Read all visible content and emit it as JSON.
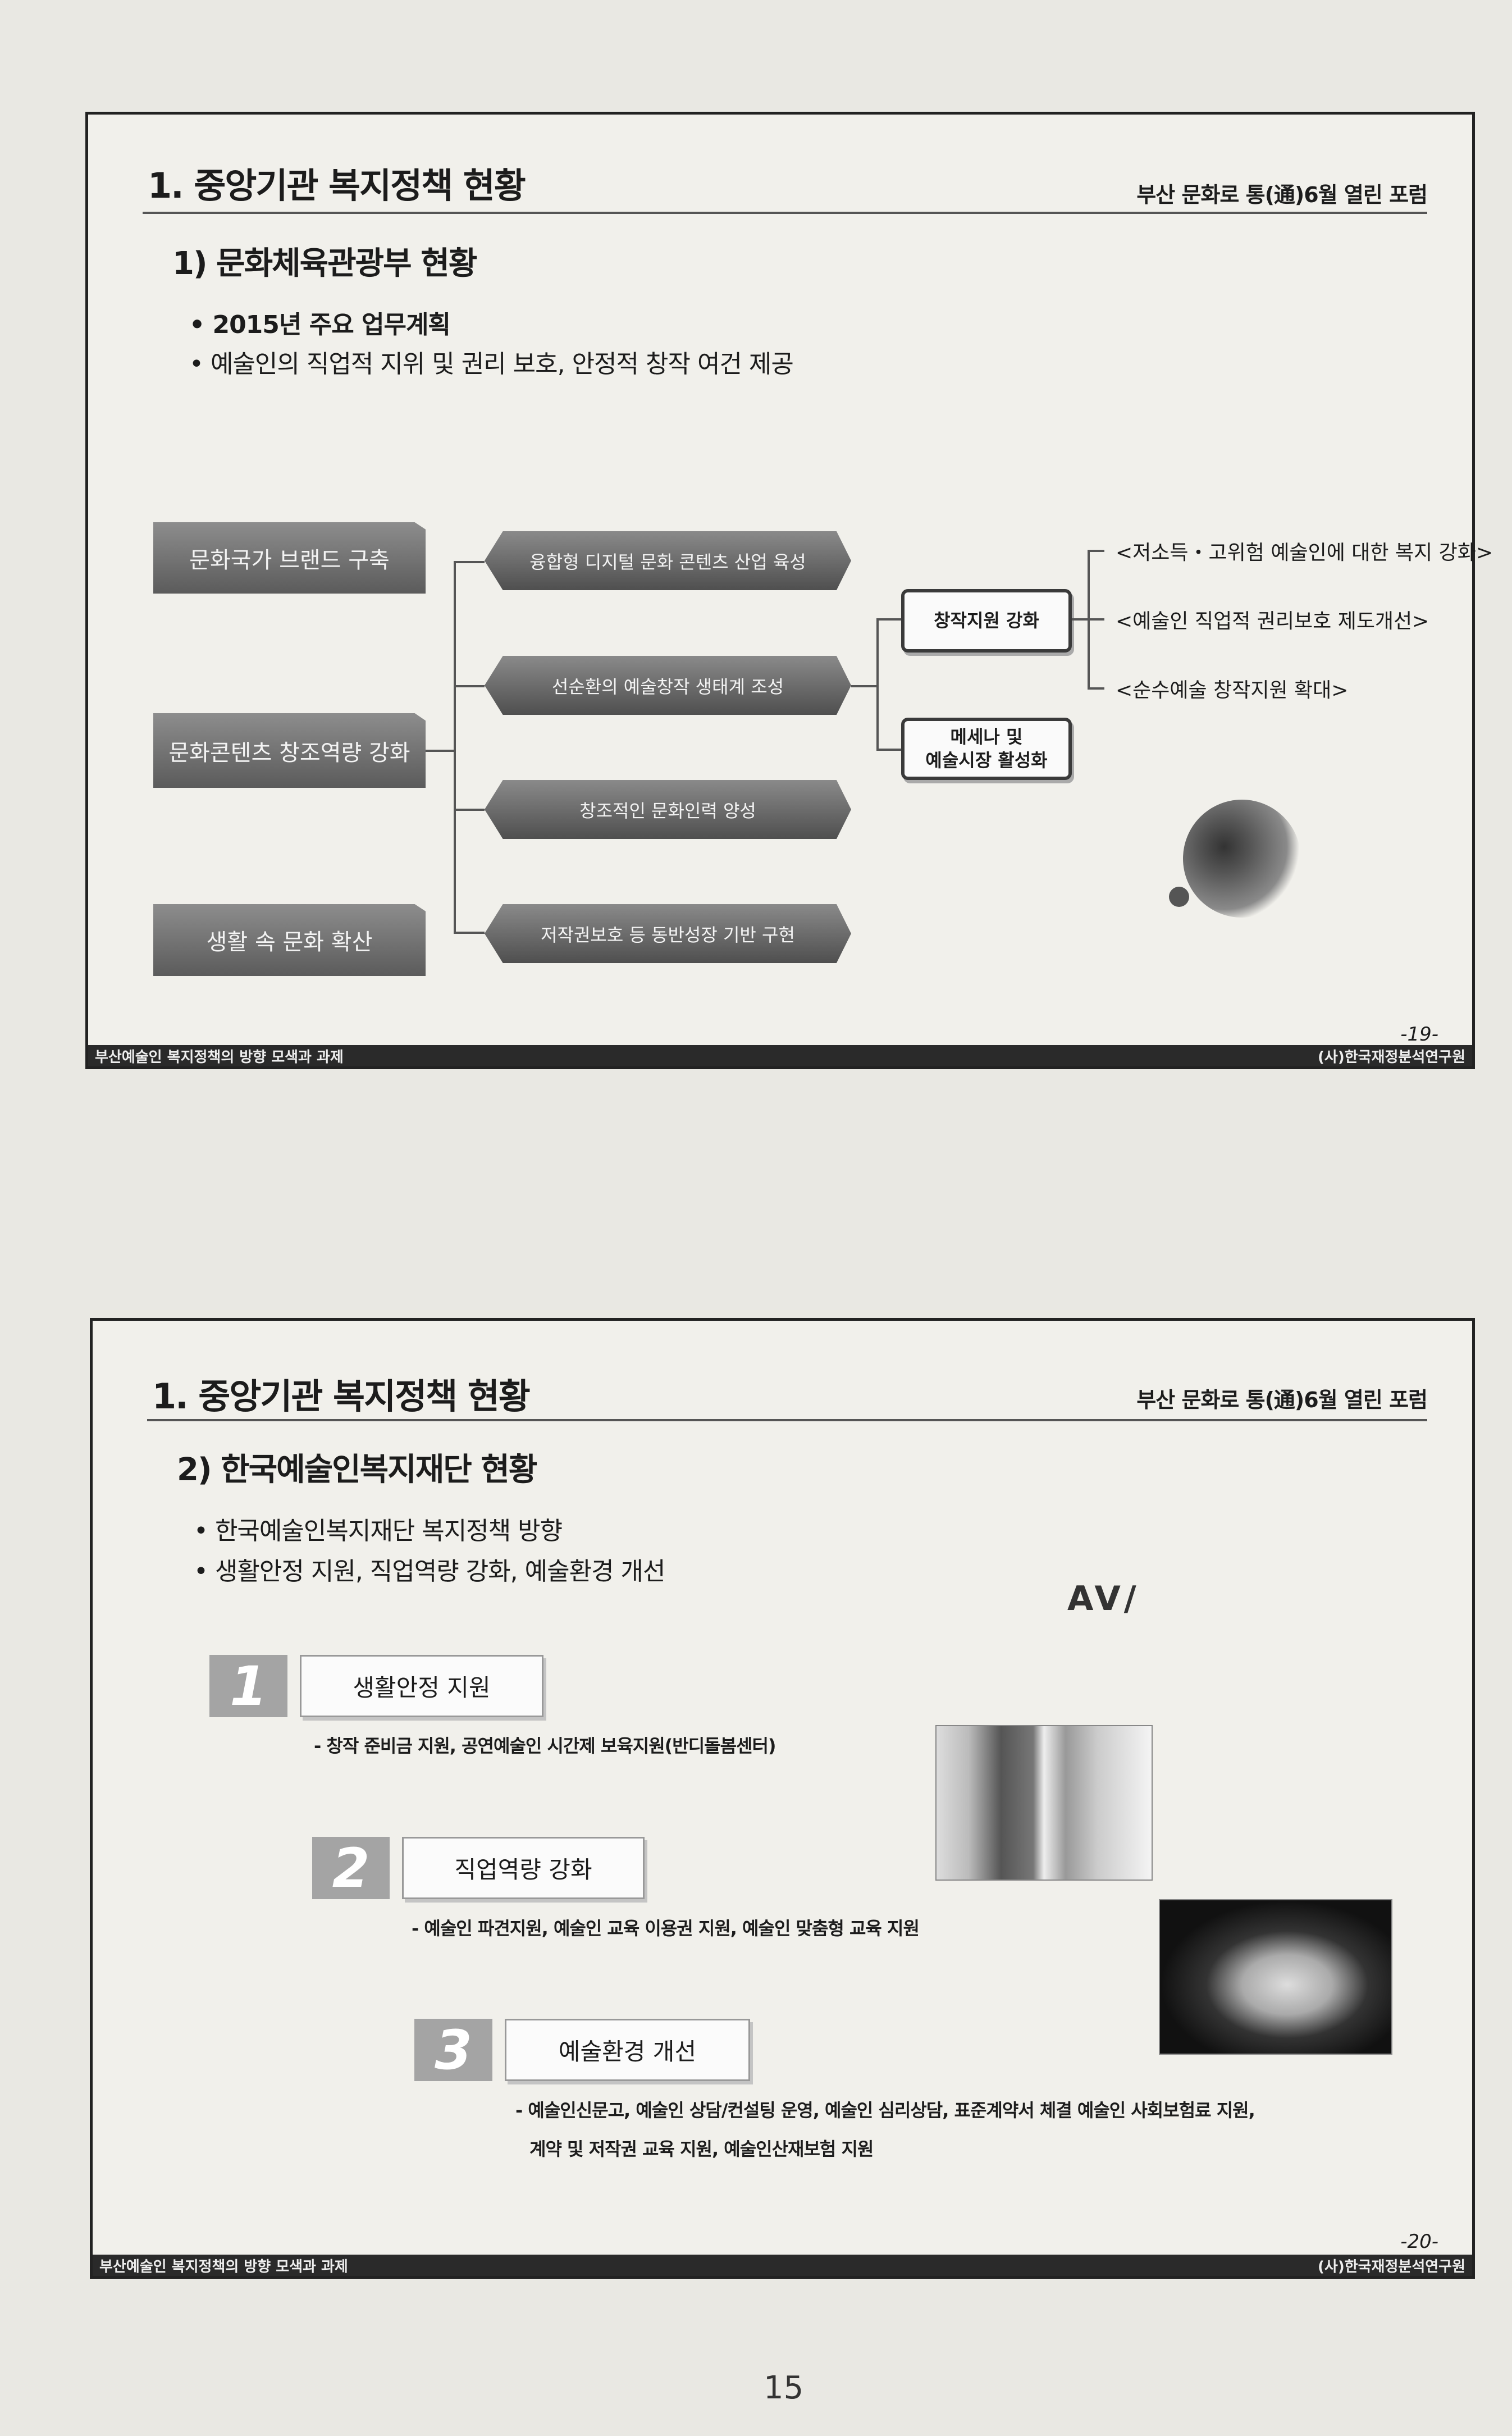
{
  "slide1": {
    "title": "1. 중앙기관 복지정책 현황",
    "header_right": "부산 문화로 통(通)6월 열린 포럼",
    "subtitle": "1) 문화체육관광부 현황",
    "bullets": [
      "2015년 주요 업무계획",
      "예술인의 직업적 지위 및 권리 보호, 안정적 창작 여건 제공"
    ],
    "left_boxes": [
      "문화국가 브랜드 구축",
      "문화콘텐츠 창조역량 강화",
      "생활 속 문화 확산"
    ],
    "middle_items": [
      "융합형 디지털 문화 콘텐츠 산업 육성",
      "선순환의 예술창작 생태계 조성",
      "창조적인 문화인력 양성",
      "저작권보호 등 동반성장 기반 구현"
    ],
    "boxes": [
      "창작지원 강화",
      "메세나 및\n예술시장 활성화"
    ],
    "right_items": [
      "<저소득・고위험 예술인에 대한 복지 강화>",
      "<예술인 직업적 권리보호 제도개선>",
      "<순수예술 창작지원 확대>"
    ],
    "page": "-19-",
    "footer_left": "부산예술인 복지정책의 방향 모색과 과제",
    "footer_right": "(사)한국재정분석연구원"
  },
  "slide2": {
    "title": "1. 중앙기관 복지정책 현황",
    "header_right": "부산 문화로 통(通)6월 열린 포럼",
    "subtitle": "2) 한국예술인복지재단 현황",
    "bullets": [
      "한국예술인복지재단 복지정책 방향",
      "생활안정 지원, 직업역량 강화, 예술환경 개선"
    ],
    "logo": "AV/",
    "items": [
      {
        "num": "1",
        "label": "생활안정 지원",
        "desc": [
          "- 창작 준비금 지원, 공연예술인 시간제 보육지원(반디돌봄센터)"
        ]
      },
      {
        "num": "2",
        "label": "직업역량 강화",
        "desc": [
          "- 예술인 파견지원, 예술인 교육 이용권 지원, 예술인 맞춤형 교육 지원"
        ]
      },
      {
        "num": "3",
        "label": "예술환경 개선",
        "desc": [
          "- 예술인신문고, 예술인 상담/컨설팅 운영, 예술인 심리상담, 표준계약서 체결 예술인 사회보험료 지원,",
          "계약 및 저작권 교육 지원, 예술인산재보험 지원"
        ]
      }
    ],
    "page": "-20-",
    "footer_left": "부산예술인 복지정책의 방향 모색과 과제",
    "footer_right": "(사)한국재정분석연구원"
  },
  "page_number": "15"
}
